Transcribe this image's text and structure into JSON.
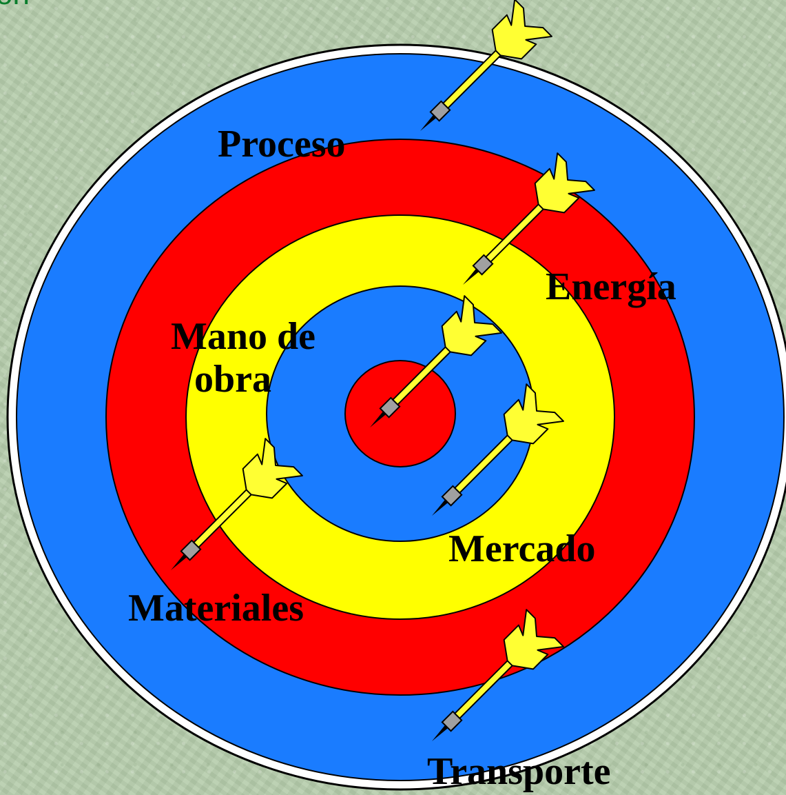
{
  "header_fragment": "on",
  "target": {
    "ring_colors": [
      "#1a7cff",
      "#ff0000",
      "#ffff00",
      "#1a7cff",
      "#ff0000"
    ],
    "rim_color": "#ffffff",
    "outline_color": "#000000"
  },
  "dart": {
    "shaft_color": "#ffff33",
    "tip_color": "#a0a0a0",
    "outline_color": "#000000"
  },
  "labels": {
    "proceso": "Proceso",
    "energia": "Energía",
    "mano_de_obra_line1": "Mano de",
    "mano_de_obra_line2": "obra",
    "mercado": "Mercado",
    "materiales": "Materiales",
    "transporte": "Transporte"
  }
}
